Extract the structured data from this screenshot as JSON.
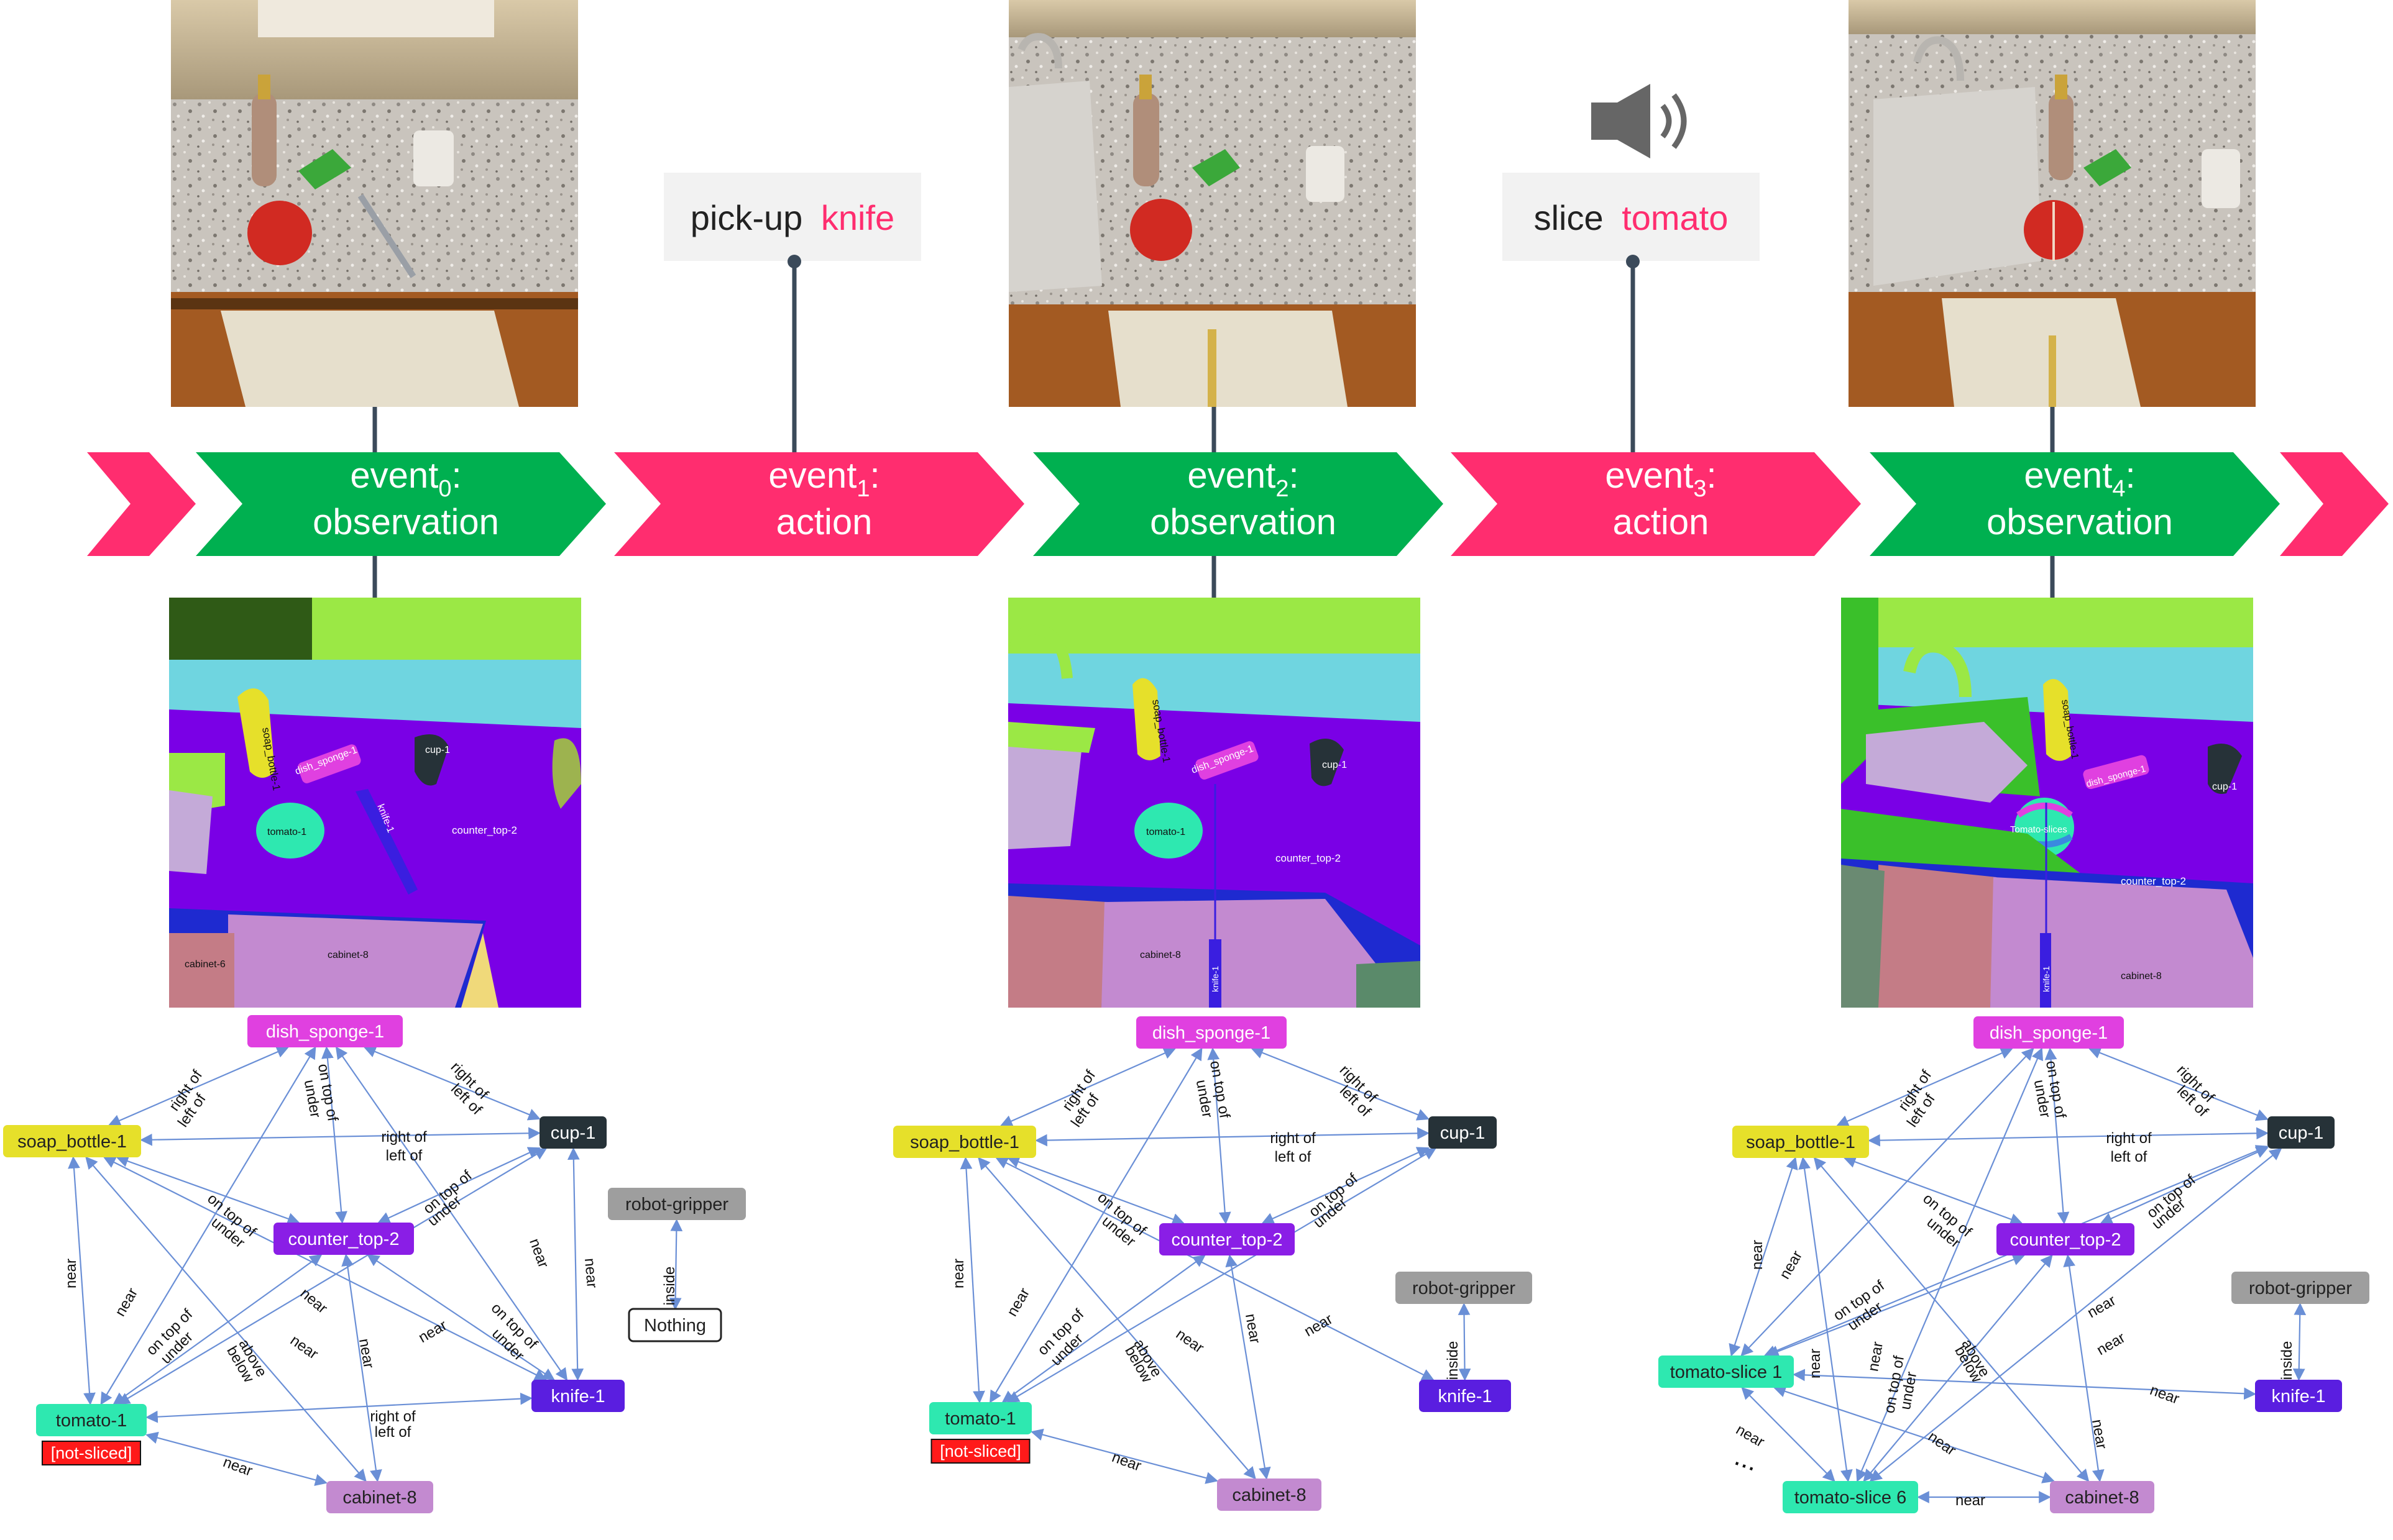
{
  "colors": {
    "observation": "#00b050",
    "action": "#ff2d6f",
    "accent_pink": "#ff2d6f",
    "edge": "#6a8fd6",
    "stem": "#3b4a5a",
    "callout_bg": "#f2f2f2"
  },
  "events": [
    {
      "type": "observation",
      "name": "event",
      "sub": "0",
      "kind": "observation"
    },
    {
      "type": "action",
      "name": "event",
      "sub": "1",
      "kind": "action"
    },
    {
      "type": "observation",
      "name": "event",
      "sub": "2",
      "kind": "observation"
    },
    {
      "type": "action",
      "name": "event",
      "sub": "3",
      "kind": "action"
    },
    {
      "type": "observation",
      "name": "event",
      "sub": "4",
      "kind": "observation"
    }
  ],
  "actions": [
    {
      "verb": "pick-up",
      "object": "knife"
    },
    {
      "verb": "slice",
      "object": "tomato"
    }
  ],
  "sound_icon": "speaker-icon",
  "segmentations": [
    {
      "labels": [
        "soap_bottle-1",
        "dish_sponge-1",
        "cup-1",
        "tomato-1",
        "knife-1",
        "counter_top-2",
        "cabinet-6",
        "cabinet-8"
      ]
    },
    {
      "labels": [
        "soap_bottle-1",
        "dish_sponge-1",
        "cup-1",
        "tomato-1",
        "counter_top-2",
        "cabinet-8",
        "knife-1"
      ]
    },
    {
      "labels": [
        "soap_bottle-1",
        "dish_sponge-1",
        "cup-1",
        "Tomato-slices",
        "counter_top-2",
        "cabinet-8",
        "knife-1"
      ]
    }
  ],
  "graphs": [
    {
      "nodes": [
        {
          "id": "dish_sponge-1",
          "label": "dish_sponge-1",
          "color": "#e040e0",
          "text": "#ffffff"
        },
        {
          "id": "soap_bottle-1",
          "label": "soap_bottle-1",
          "color": "#e6e02a",
          "text": "#222222"
        },
        {
          "id": "cup-1",
          "label": "cup-1",
          "color": "#263238",
          "text": "#ffffff"
        },
        {
          "id": "counter_top-2",
          "label": "counter_top-2",
          "color": "#8a1ee6",
          "text": "#ffffff"
        },
        {
          "id": "robot-gripper",
          "label": "robot-gripper",
          "color": "#9e9e9e",
          "text": "#222222"
        },
        {
          "id": "nothing",
          "label": "Nothing",
          "color": "#ffffff",
          "text": "#222222",
          "outline": true
        },
        {
          "id": "tomato-1",
          "label": "tomato-1",
          "color": "#2ee8b0",
          "text": "#222222"
        },
        {
          "id": "knife-1",
          "label": "knife-1",
          "color": "#5a1ee0",
          "text": "#ffffff"
        },
        {
          "id": "cabinet-8",
          "label": "cabinet-8",
          "color": "#c38ad0",
          "text": "#222222"
        }
      ],
      "state_tag": "[not-sliced]",
      "edge_labels": [
        "right of",
        "left of",
        "on top of",
        "under",
        "right of",
        "left of",
        "right of",
        "left of",
        "on top of",
        "under",
        "on top of",
        "under",
        "on top of",
        "under",
        "near",
        "near",
        "near",
        "near",
        "near",
        "above",
        "below",
        "near",
        "near",
        "inside",
        "on top of",
        "under",
        "right of",
        "left of",
        "near"
      ]
    },
    {
      "nodes": [
        {
          "id": "dish_sponge-1",
          "label": "dish_sponge-1",
          "color": "#e040e0",
          "text": "#ffffff"
        },
        {
          "id": "soap_bottle-1",
          "label": "soap_bottle-1",
          "color": "#e6e02a",
          "text": "#222222"
        },
        {
          "id": "cup-1",
          "label": "cup-1",
          "color": "#263238",
          "text": "#ffffff"
        },
        {
          "id": "counter_top-2",
          "label": "counter_top-2",
          "color": "#8a1ee6",
          "text": "#ffffff"
        },
        {
          "id": "robot-gripper",
          "label": "robot-gripper",
          "color": "#9e9e9e",
          "text": "#222222"
        },
        {
          "id": "knife-1",
          "label": "knife-1",
          "color": "#5a1ee0",
          "text": "#ffffff"
        },
        {
          "id": "tomato-1",
          "label": "tomato-1",
          "color": "#2ee8b0",
          "text": "#222222"
        },
        {
          "id": "cabinet-8",
          "label": "cabinet-8",
          "color": "#c38ad0",
          "text": "#222222"
        }
      ],
      "state_tag": "[not-sliced]",
      "edge_labels": [
        "right of",
        "left of",
        "on top of",
        "under",
        "right of",
        "left of",
        "right of",
        "left of",
        "on top of",
        "under",
        "on top of",
        "under",
        "on top of",
        "under",
        "near",
        "near",
        "near",
        "near",
        "near",
        "above",
        "below",
        "near",
        "near",
        "inside"
      ]
    },
    {
      "nodes": [
        {
          "id": "dish_sponge-1",
          "label": "dish_sponge-1",
          "color": "#e040e0",
          "text": "#ffffff"
        },
        {
          "id": "soap_bottle-1",
          "label": "soap_bottle-1",
          "color": "#e6e02a",
          "text": "#222222"
        },
        {
          "id": "cup-1",
          "label": "cup-1",
          "color": "#263238",
          "text": "#ffffff"
        },
        {
          "id": "counter_top-2",
          "label": "counter_top-2",
          "color": "#8a1ee6",
          "text": "#ffffff"
        },
        {
          "id": "robot-gripper",
          "label": "robot-gripper",
          "color": "#9e9e9e",
          "text": "#222222"
        },
        {
          "id": "tomato-slice-1",
          "label": "tomato-slice 1",
          "color": "#2ee8b0",
          "text": "#222222"
        },
        {
          "id": "knife-1",
          "label": "knife-1",
          "color": "#5a1ee0",
          "text": "#ffffff"
        },
        {
          "id": "tomato-slice-6",
          "label": "tomato-slice 6",
          "color": "#2ee8b0",
          "text": "#222222"
        },
        {
          "id": "cabinet-8",
          "label": "cabinet-8",
          "color": "#c38ad0",
          "text": "#222222"
        }
      ],
      "ellipsis": "...",
      "edge_labels": [
        "right of",
        "left of",
        "on top of",
        "under",
        "right of",
        "left of",
        "right of",
        "left of",
        "on top of",
        "under",
        "on top of",
        "under",
        "on top of",
        "under",
        "near",
        "near",
        "near",
        "near",
        "near",
        "near",
        "near",
        "on top of",
        "under",
        "above",
        "below",
        "near",
        "near",
        "near",
        "near",
        "near",
        "inside"
      ]
    }
  ]
}
